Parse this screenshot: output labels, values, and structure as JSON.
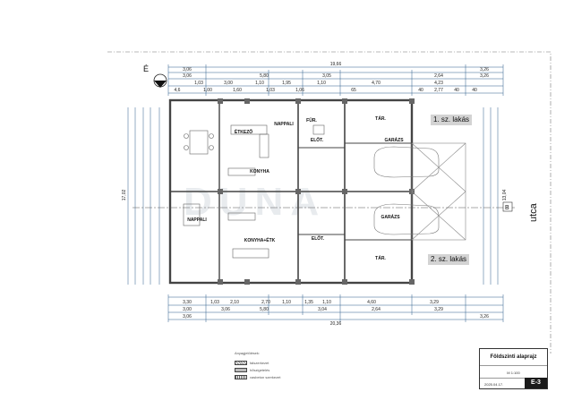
{
  "sheet": {
    "title": "Földszinti alaprajz",
    "scale": "M 1:100",
    "date": "2025.04.17.",
    "sheet_no": "E-3"
  },
  "callouts": {
    "unit1": "1. sz. lakás",
    "unit2": "2. sz. lakás"
  },
  "street_label": "utca",
  "north_label": "É",
  "section_label": "B",
  "watermark": "DUNA",
  "rooms": {
    "etkezo": "ÉTKEZŐ",
    "nappali1": "NAPPALI",
    "nappali2": "NAPPALI",
    "konyha1": "KONYHA",
    "konyha2": "KONYHA+ÉTK",
    "eloter1": "ELŐT.",
    "eloter2": "ELŐT.",
    "fur": "FÜR.",
    "tar1": "TÁR.",
    "tar2": "TÁR.",
    "garazs1": "GARÁZS",
    "garazs2": "GARÁZS"
  },
  "dimensions": {
    "top_total": "19,66",
    "top_row1": [
      "3,06",
      "3,26"
    ],
    "top_row2": [
      "3,06",
      "5,80",
      "3,05",
      "2,64",
      "3,26"
    ],
    "top_row3": [
      "1,03",
      "3,00",
      "1,10",
      "1,95",
      "1,10",
      "4,70",
      "4,23"
    ],
    "top_row4": [
      "4,6",
      "1,00",
      "1,60",
      "1,03",
      "1,06",
      "65",
      "40",
      "2,77",
      "40",
      "40"
    ],
    "bottom_row1": [
      "3,30",
      "1,03",
      "2,10",
      "2,70",
      "1,10",
      "1,35",
      "1,10",
      "4,60",
      "3,29"
    ],
    "bottom_row2": [
      "3,00",
      "3,06",
      "5,80",
      "3,04",
      "2,64",
      "3,29"
    ],
    "bottom_row3": [
      "3,06",
      "3,26"
    ],
    "bottom_total": "20,36",
    "left_total": "17,02",
    "right_total": "13,04"
  },
  "legend": {
    "title": "Anyagjelölések:",
    "items": [
      "falszerkezet",
      "hőszigetelés",
      "vasbeton szerkezet"
    ]
  }
}
